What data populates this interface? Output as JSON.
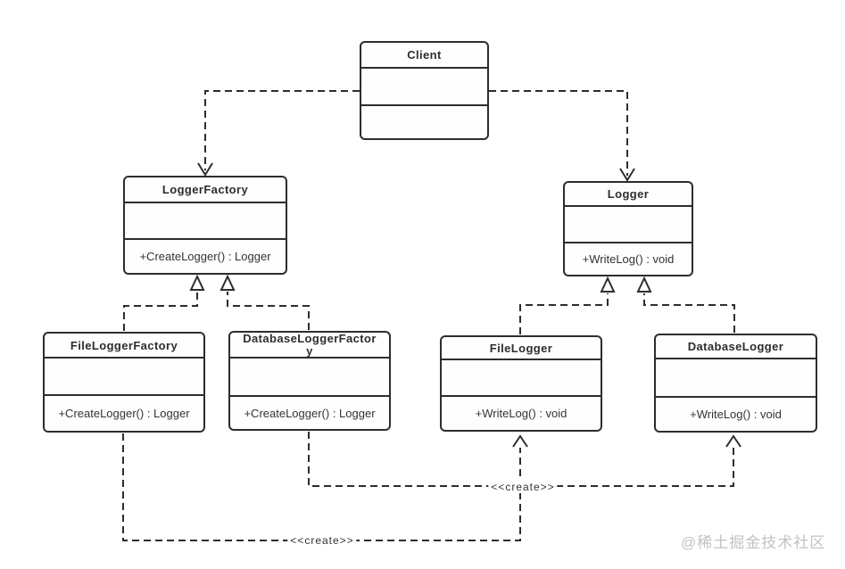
{
  "diagram": {
    "title": "Factory Method UML class diagram",
    "classes": {
      "client": {
        "name": "Client",
        "attributes": "",
        "methods": ""
      },
      "logger_factory": {
        "name": "LoggerFactory",
        "attributes": "",
        "methods": "+CreateLogger() : Logger"
      },
      "logger": {
        "name": "Logger",
        "attributes": "",
        "methods": "+WriteLog() : void"
      },
      "file_logger_factory": {
        "name": "FileLoggerFactory",
        "attributes": "",
        "methods": "+CreateLogger() : Logger"
      },
      "database_logger_factory": {
        "name": "DatabaseLoggerFactory",
        "attributes": "",
        "methods": "+CreateLogger() : Logger"
      },
      "file_logger": {
        "name": "FileLogger",
        "attributes": "",
        "methods": "+WriteLog() : void"
      },
      "database_logger": {
        "name": "DatabaseLogger",
        "attributes": "",
        "methods": "+WriteLog() : void"
      }
    },
    "relationships": [
      {
        "type": "dependency",
        "from": "Client",
        "to": "LoggerFactory",
        "label": ""
      },
      {
        "type": "dependency",
        "from": "Client",
        "to": "Logger",
        "label": ""
      },
      {
        "type": "realization",
        "from": "FileLoggerFactory",
        "to": "LoggerFactory",
        "label": ""
      },
      {
        "type": "realization",
        "from": "DatabaseLoggerFactory",
        "to": "LoggerFactory",
        "label": ""
      },
      {
        "type": "realization",
        "from": "FileLogger",
        "to": "Logger",
        "label": ""
      },
      {
        "type": "realization",
        "from": "DatabaseLogger",
        "to": "Logger",
        "label": ""
      },
      {
        "type": "dependency",
        "from": "FileLoggerFactory",
        "to": "FileLogger",
        "label": "<<create>>"
      },
      {
        "type": "dependency",
        "from": "DatabaseLoggerFactory",
        "to": "DatabaseLogger",
        "label": "<<create>>"
      }
    ],
    "labels": {
      "create_file": "<<create>>",
      "create_database": "<<create>>"
    },
    "watermark": "@稀土掘金技术社区",
    "colors": {
      "stroke": "#2d2d2d",
      "text": "#333333",
      "watermark": "#c3c3c3",
      "background": "#ffffff"
    }
  }
}
